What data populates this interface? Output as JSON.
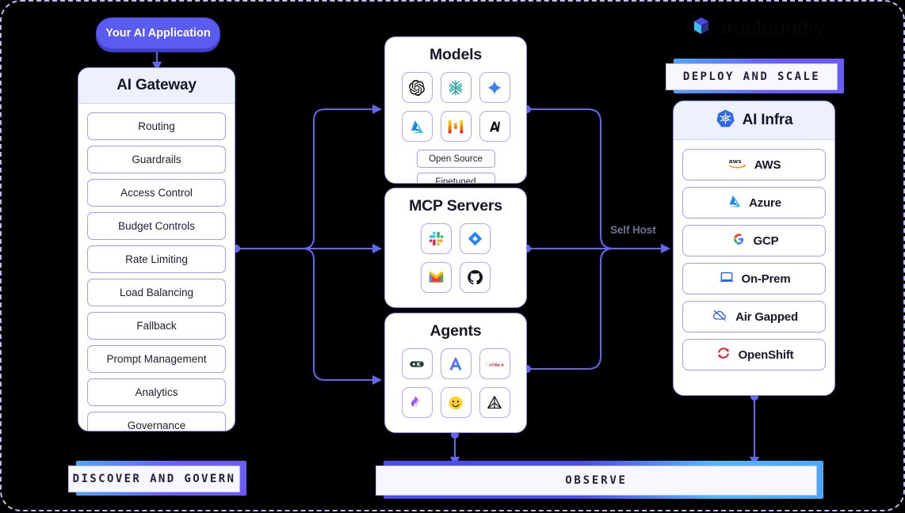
{
  "brand": {
    "wordmark": "truefoundry",
    "logo_icon": "truefoundry-cube-icon",
    "accent": "#6366f1",
    "accent_light": "#8f93f2",
    "card_head_bg": "#edf0fd",
    "banner_gradient_from": "#4fa8f5",
    "banner_gradient_to": "#6a5cf5"
  },
  "entry": {
    "label": "Your AI Application"
  },
  "gateway": {
    "title": "AI Gateway",
    "items": [
      {
        "label": "Routing"
      },
      {
        "label": "Guardrails"
      },
      {
        "label": "Access Control"
      },
      {
        "label": "Budget Controls"
      },
      {
        "label": "Rate Limiting"
      },
      {
        "label": "Load Balancing"
      },
      {
        "label": "Fallback"
      },
      {
        "label": "Prompt Management"
      },
      {
        "label": "Analytics"
      },
      {
        "label": "Governance"
      }
    ]
  },
  "models": {
    "title": "Models",
    "icons": [
      {
        "name": "openai-icon"
      },
      {
        "name": "deepseek-icon"
      },
      {
        "name": "gemini-sparkle-icon"
      },
      {
        "name": "azure-icon"
      },
      {
        "name": "mistral-icon"
      },
      {
        "name": "anthropic-icon"
      }
    ],
    "tags": [
      {
        "label": "Open Source"
      },
      {
        "label": "Finetuned"
      }
    ]
  },
  "mcp": {
    "title": "MCP Servers",
    "icons": [
      {
        "name": "slack-icon"
      },
      {
        "name": "jira-icon"
      },
      {
        "name": "gmail-icon"
      },
      {
        "name": "github-icon"
      }
    ]
  },
  "agents": {
    "title": "Agents",
    "icons": [
      {
        "name": "langchain-icon"
      },
      {
        "name": "agno-icon"
      },
      {
        "name": "crewai-icon"
      },
      {
        "name": "n8n-icon"
      },
      {
        "name": "huggingface-icon"
      },
      {
        "name": "pydantic-icon"
      }
    ]
  },
  "infra": {
    "title": "AI Infra",
    "title_icon": "kubernetes-icon",
    "items": [
      {
        "label": "AWS",
        "icon": "aws-icon"
      },
      {
        "label": "Azure",
        "icon": "azure-icon"
      },
      {
        "label": "GCP",
        "icon": "gcp-icon"
      },
      {
        "label": "On-Prem",
        "icon": "laptop-icon"
      },
      {
        "label": "Air Gapped",
        "icon": "cloud-off-icon"
      },
      {
        "label": "OpenShift",
        "icon": "openshift-icon"
      }
    ]
  },
  "connectors": {
    "self_host": "Self Host"
  },
  "banners": {
    "discover": "DISCOVER AND GOVERN",
    "deploy": "DEPLOY AND SCALE",
    "observe": "OBSERVE"
  }
}
